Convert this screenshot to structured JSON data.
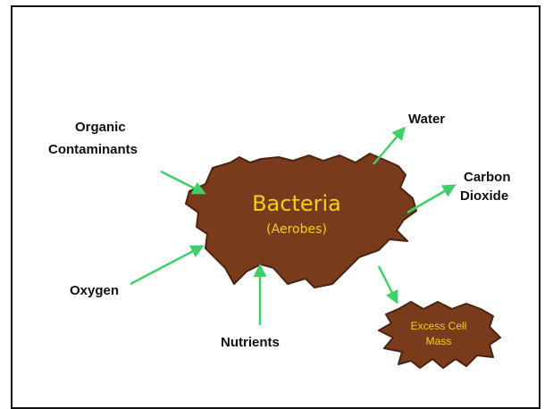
{
  "diagram": {
    "center": {
      "title": "Bacteria",
      "subtitle": "(Aerobes)"
    },
    "inputs": {
      "organic_line1": "Organic",
      "organic_line2": "Contaminants",
      "oxygen": "Oxygen",
      "nutrients": "Nutrients"
    },
    "outputs": {
      "water": "Water",
      "co2_line1": "Carbon",
      "co2_line2": "Dioxide",
      "cell_line1": "Excess Cell",
      "cell_line2": "Mass"
    },
    "colors": {
      "blob": "#7a3b1c",
      "blob_edge": "#4a2410",
      "text_on_blob": "#f2cf1d",
      "arrow": "#3fcf6b"
    }
  }
}
